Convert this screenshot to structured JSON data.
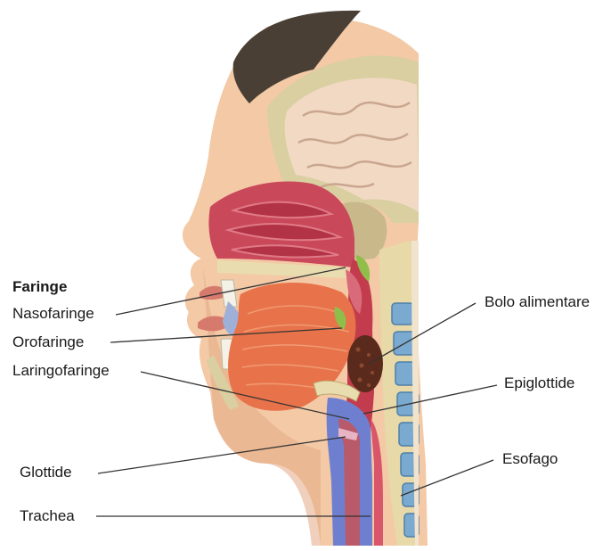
{
  "labels": {
    "faringe": "Faringe",
    "nasofaringe": "Nasofaringe",
    "orofaringe": "Orofaringe",
    "laringofaringe": "Laringofaringe",
    "glottide": "Glottide",
    "trachea": "Trachea",
    "bolo_alimentare": "Bolo alimentare",
    "epiglottide": "Epiglottide",
    "esofago": "Esofago"
  },
  "colors": {
    "skin": "#f3c9a6",
    "skin_shadow": "#e3aa85",
    "hair": "#4a3f35",
    "brain": "#f2d9c4",
    "bone": "#d9cfa0",
    "nasal_cavity": "#c9485a",
    "tongue": "#e8734a",
    "pharynx_wall": "#c23c4d",
    "trachea": "#6f7fd0",
    "bolus": "#5a2a1c",
    "vertebra": "#7aaad0",
    "leader_line": "#333333"
  }
}
